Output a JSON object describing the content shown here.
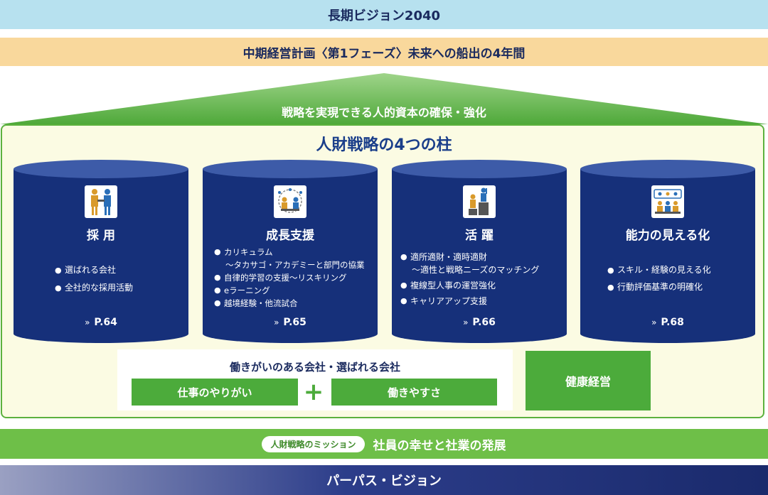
{
  "header": {
    "vision": "長期ビジョン2040",
    "plan": "中期経営計画〈第1フェーズ〉未来への船出の4年間"
  },
  "roof": {
    "text": "戦略を実現できる人的資本の確保・強化"
  },
  "pillars_title": "人財戦略の4つの柱",
  "pillars": [
    {
      "title": "採 用",
      "icon": "handshake-icon",
      "items": [
        "選ばれる会社",
        "全社的な採用活動"
      ],
      "page": "P.64"
    },
    {
      "title": "成長支援",
      "icon": "training-meeting-icon",
      "items": [
        "カリキュラム",
        "自律的学習の支援〜リスキリング",
        "eラーニング",
        "越境経験・他流試合"
      ],
      "item0_sub": "〜タカサゴ・アカデミーと部門の協業",
      "page": "P.65"
    },
    {
      "title": "活 躍",
      "icon": "podium-achievement-icon",
      "items": [
        "適所適財・適時適財",
        "複線型人事の運営強化",
        "キャリアアップ支援"
      ],
      "item0_sub": "〜適性と戦略ニーズのマッチング",
      "page": "P.66"
    },
    {
      "title": "能力の見える化",
      "icon": "skill-visualization-icon",
      "items": [
        "スキル・経験の見える化",
        "行動評価基準の明確化"
      ],
      "page": "P.68"
    }
  ],
  "page_arrow": "»",
  "workplace": {
    "title": "働きがいのある会社・選ばれる会社",
    "left": "仕事のやりがい",
    "plus": "+",
    "right": "働きやすさ"
  },
  "health": "健康経営",
  "mission": {
    "label": "人財戦略のミッション",
    "text": "社員の幸せと社業の発展"
  },
  "purpose": "パーパス・ビジョン",
  "colors": {
    "pillar_body": "#16307a",
    "pillar_top": "#3d5ba8",
    "green": "#4cab3b",
    "roof": "#5cb13e"
  }
}
